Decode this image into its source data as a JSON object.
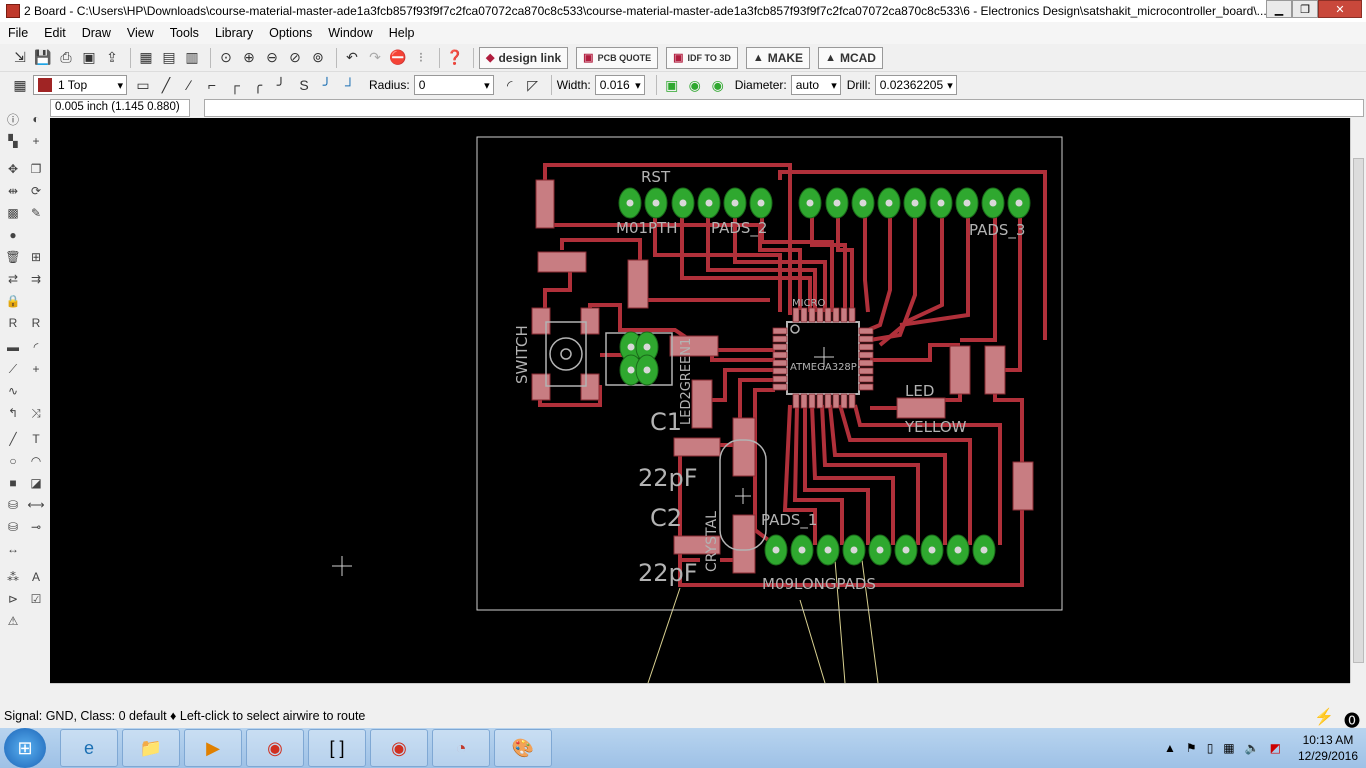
{
  "window": {
    "title": "2 Board - C:\\Users\\HP\\Downloads\\course-material-master-ade1a3fcb857f93f9f7c2fca07072ca870c8c533\\course-material-master-ade1a3fcb857f93f9f7c2fca07072ca870c8c533\\6 - Electronics Design\\satshakit_microcontroller_board\\..."
  },
  "menu": [
    "File",
    "Edit",
    "Draw",
    "View",
    "Tools",
    "Library",
    "Options",
    "Window",
    "Help"
  ],
  "toolbar": {
    "designlink": "design link",
    "pcbquote": "PCB QUOTE",
    "idf": "IDF TO 3D",
    "make": "MAKE",
    "mcad": "MCAD"
  },
  "params": {
    "layer": "1 Top",
    "radius_label": "Radius:",
    "radius_value": "0",
    "width_label": "Width:",
    "width_value": "0.016",
    "diameter_label": "Diameter:",
    "diameter_value": "auto",
    "drill_label": "Drill:",
    "drill_value": "0.02362205"
  },
  "coord_readout": "0.005 inch (1.145 0.880)",
  "board_labels": {
    "rst": "RST",
    "m01pth": "M01PTH",
    "pads2": "PADS_2",
    "pads3": "PADS_3",
    "switch": "SWITCH",
    "micro": "MICRO",
    "atmega": "ATMEGA328P",
    "led": "LED",
    "yellow": "YELLOW",
    "led2green": "LED2GREEN1",
    "c1": "C1",
    "pf1": "22pF",
    "c2": "C2",
    "pf2": "22pF",
    "crystal": "CRYSTAL",
    "pads1": "PADS_1",
    "m09": "M09LONGPADS"
  },
  "status": "Signal: GND, Class: 0 default  ♦ Left-click to select airwire to route",
  "clock": {
    "time": "10:13 AM",
    "date": "12/29/2016"
  },
  "colors": {
    "trace": "#b0303a",
    "pad": "#2fa82f",
    "smd": "#c87d82",
    "canvas": "#000000"
  }
}
